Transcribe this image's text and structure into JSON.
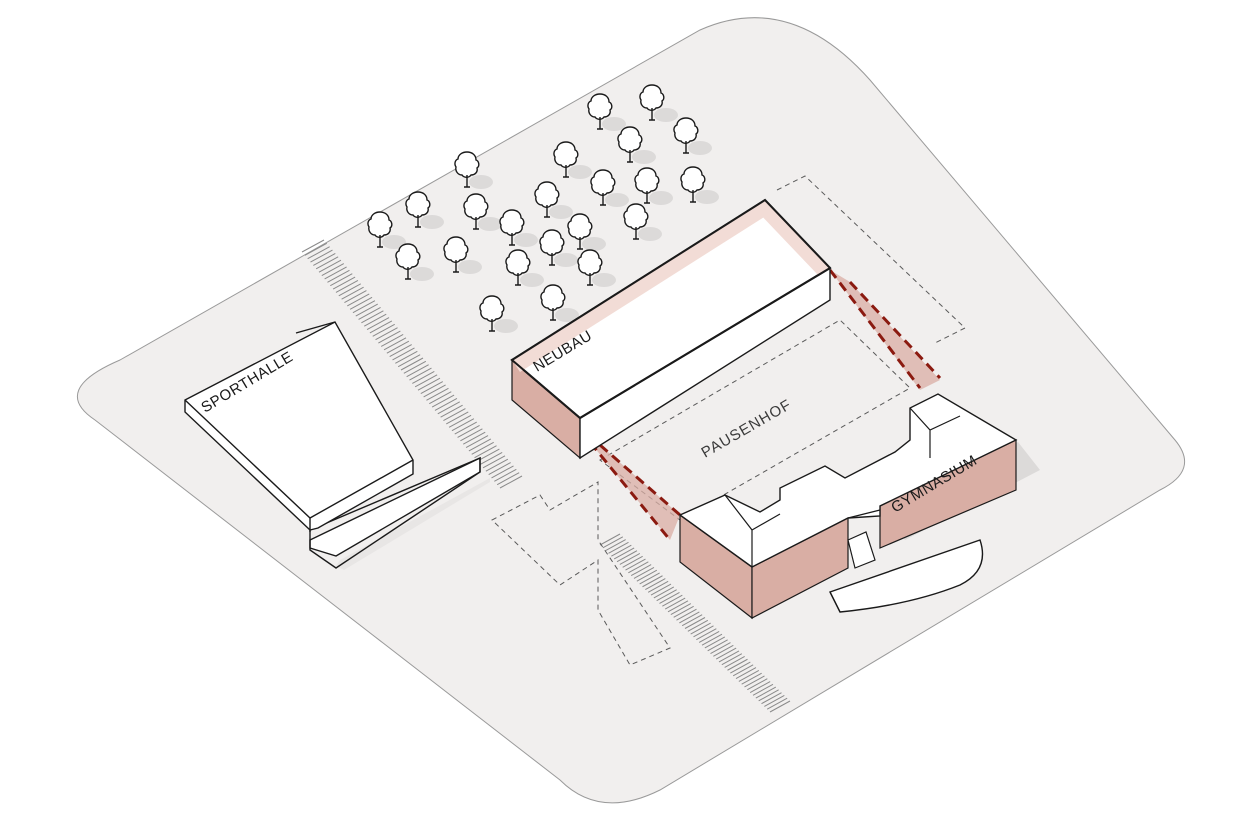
{
  "labels": {
    "sporthalle": "SPORTHALLE",
    "neubau": "NEUBAU",
    "pausenhof": "PAUSENHOF",
    "gymnasium": "GYMNASIUM"
  },
  "colors": {
    "ground": "#f1efee",
    "outline": "#1a1a1a",
    "highlight_fill": "#d9aea4",
    "highlight_tint": "#f2dcd6",
    "connector": "#8b1a10",
    "shadow": "#dcdad9"
  },
  "icons": [
    "tree-icon"
  ]
}
